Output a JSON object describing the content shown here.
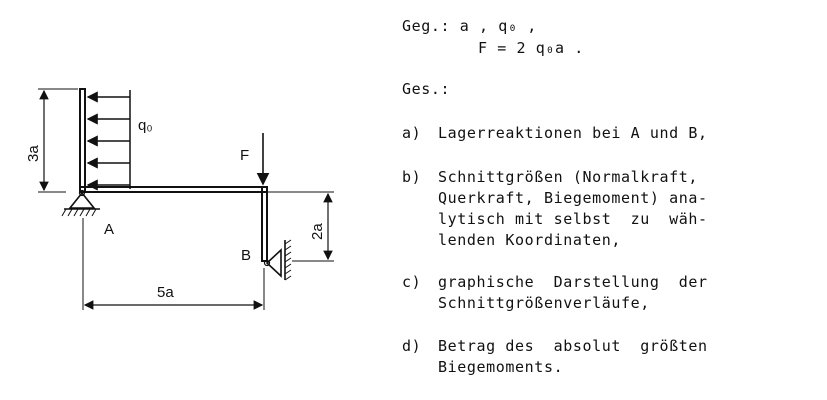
{
  "figure": {
    "label_q0": "q₀",
    "label_F": "F",
    "label_A": "A",
    "label_B": "B",
    "dim_3a": "3a",
    "dim_2a": "2a",
    "dim_5a": "5a"
  },
  "text": {
    "given_line1": "Geg.: a , q₀ ,",
    "given_line2": "F = 2 q₀a .",
    "wanted": "Ges.:",
    "items": [
      {
        "marker": "a)",
        "lines": [
          "Lagerreaktionen bei A und B,"
        ]
      },
      {
        "marker": "b)",
        "lines": [
          "Schnittgrößen (Normalkraft,",
          "Querkraft, Biegemoment) ana-",
          "lytisch mit selbst  zu  wäh-",
          "lenden Koordinaten,"
        ]
      },
      {
        "marker": "c)",
        "lines": [
          "graphische  Darstellung  der",
          "Schnittgrößenverläufe,"
        ]
      },
      {
        "marker": "d)",
        "lines": [
          "Betrag des  absolut  größten",
          "Biegemoments."
        ]
      }
    ]
  }
}
